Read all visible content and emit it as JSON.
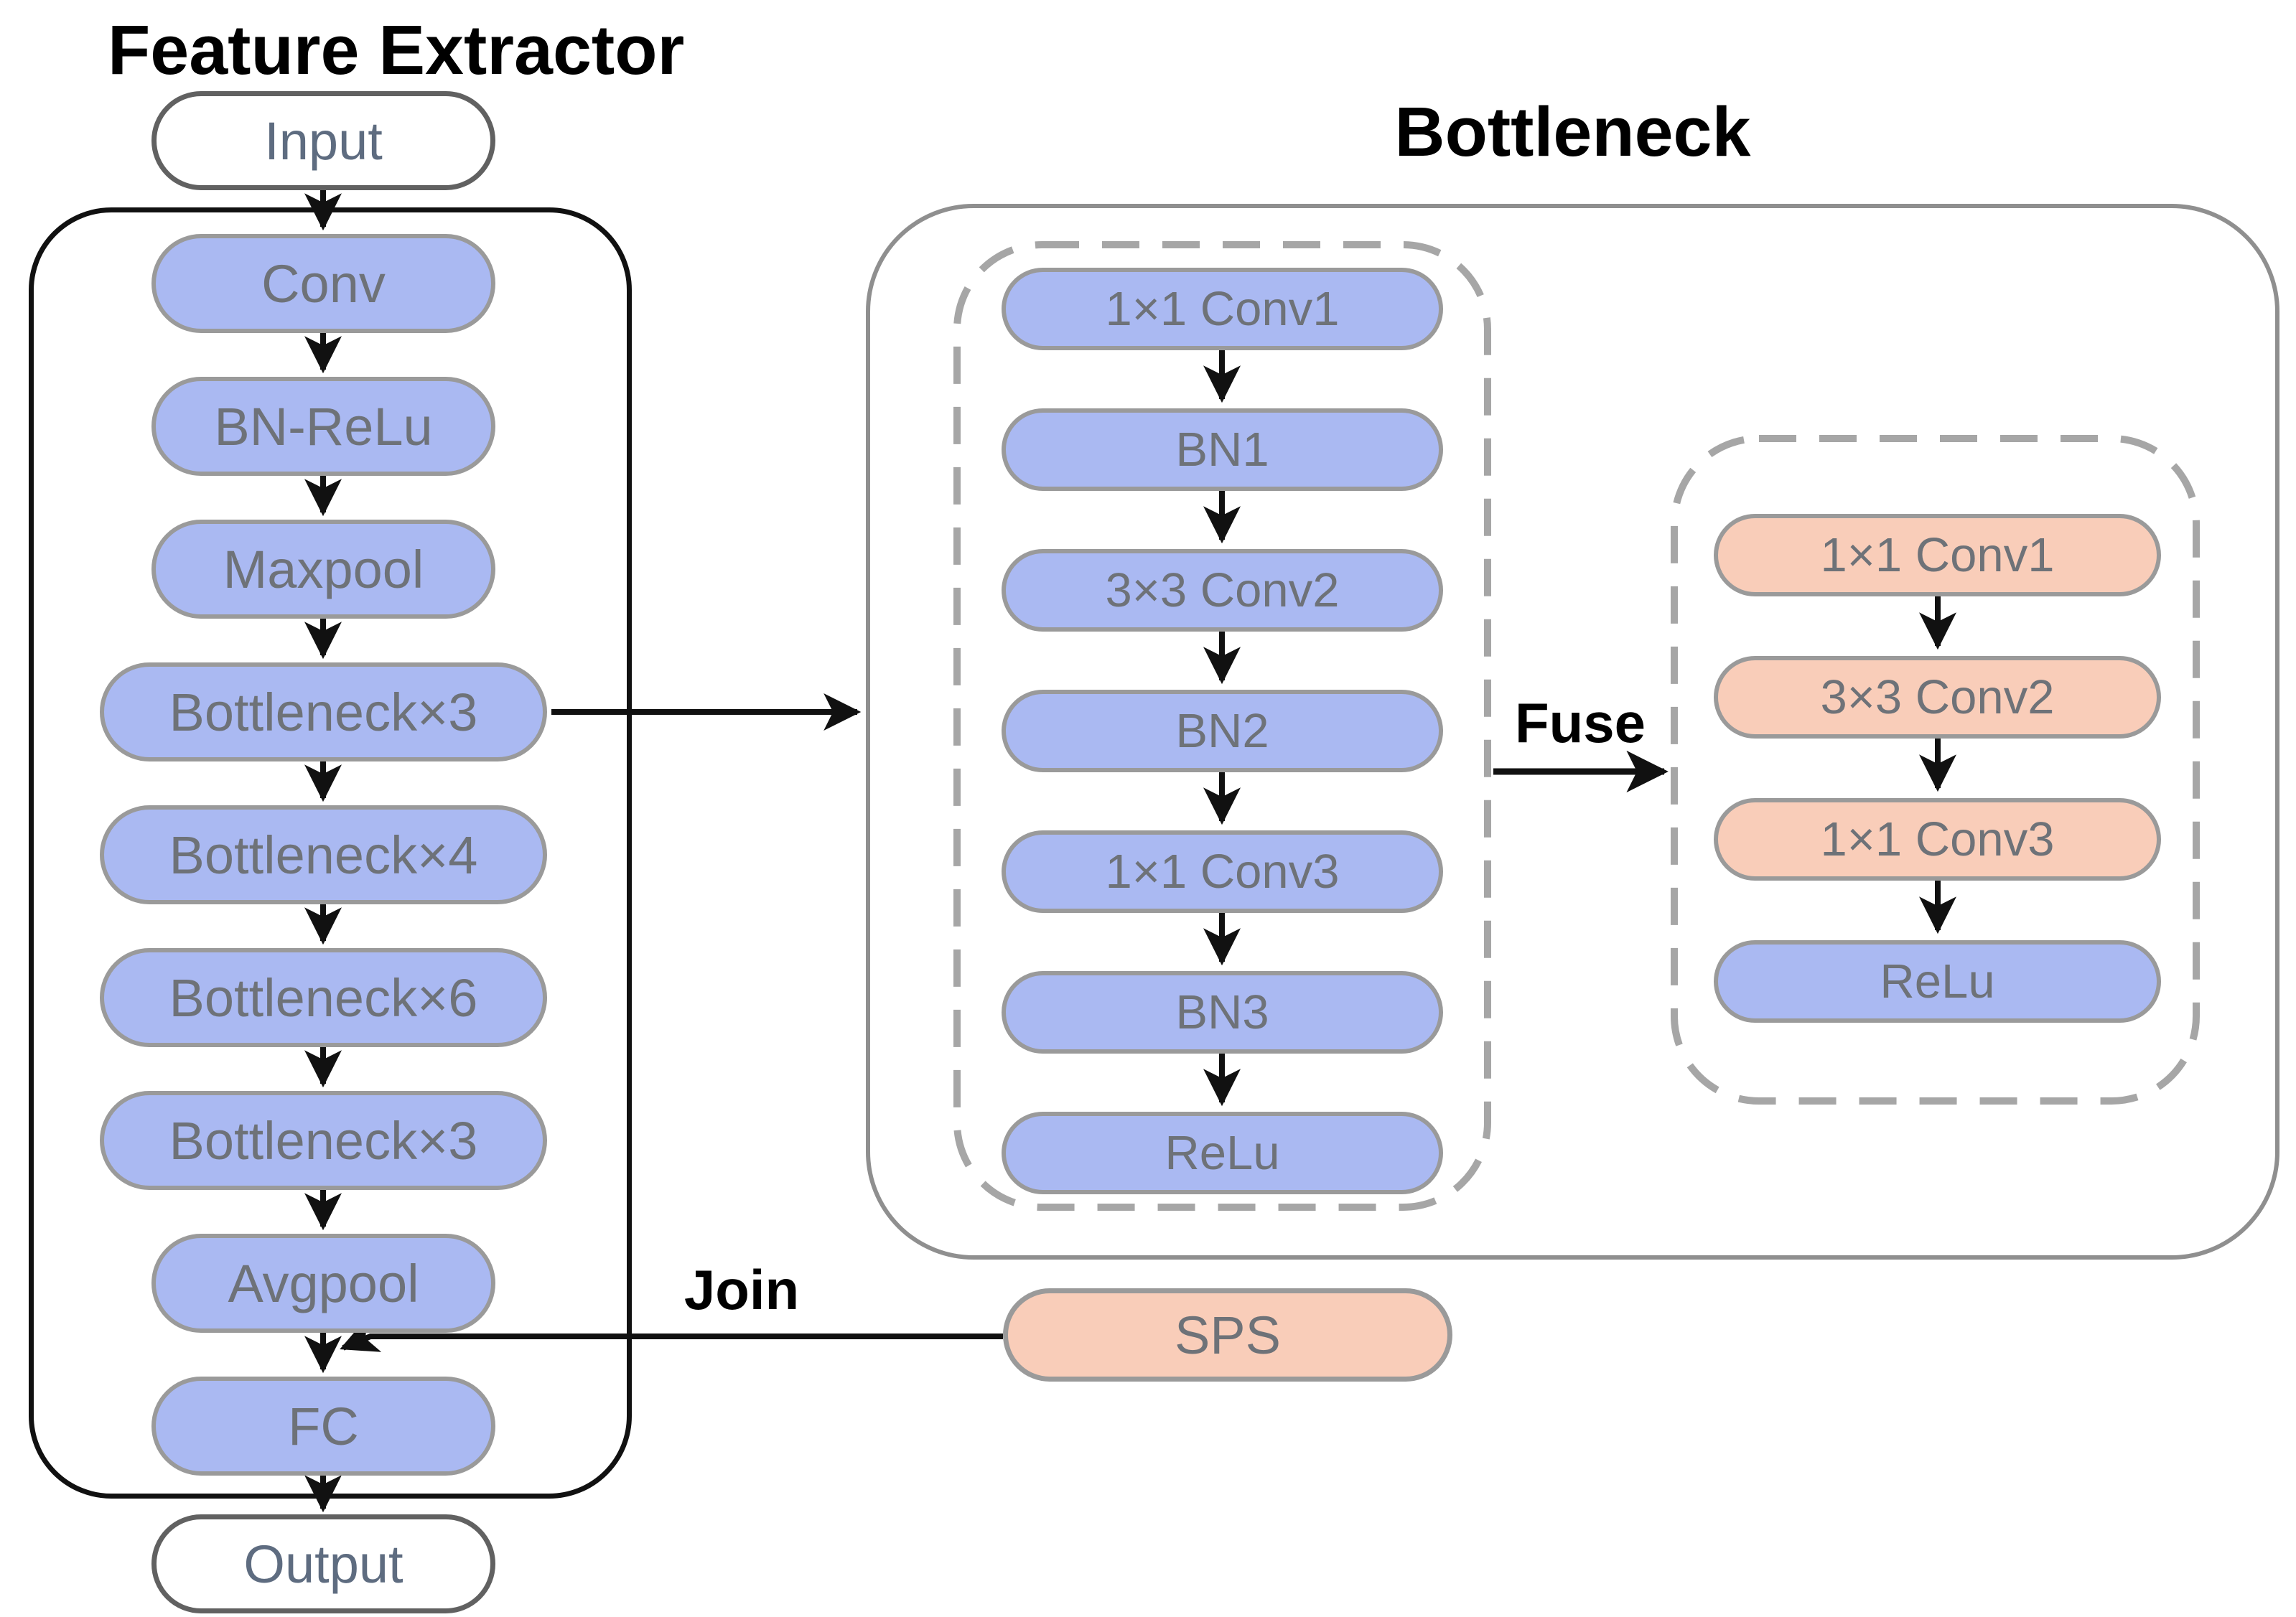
{
  "titles": {
    "feature_extractor": "Feature Extractor",
    "bottleneck": "Bottleneck"
  },
  "feature_extractor": {
    "terminal_input": "Input",
    "terminal_output": "Output",
    "nodes": [
      "Conv",
      "BN-ReLu",
      "Maxpool",
      "Bottleneck×3",
      "Bottleneck×4",
      "Bottleneck×6",
      "Bottleneck×3",
      "Avgpool",
      "FC"
    ]
  },
  "bottleneck": {
    "pre_fuse_nodes": [
      "1×1 Conv1",
      "BN1",
      "3×3 Conv2",
      "BN2",
      "1×1 Conv3",
      "BN3",
      "ReLu"
    ],
    "fuse_label": "Fuse",
    "post_fuse_nodes": [
      "1×1 Conv1",
      "3×3 Conv2",
      "1×1 Conv3",
      "ReLu"
    ]
  },
  "sps": {
    "label": "SPS",
    "join_label": "Join"
  },
  "colors": {
    "blue_fill": "#aab9f2",
    "pink_fill": "#f9cdb9",
    "node_border": "#9a9a9a",
    "terminal_border": "#616161",
    "node_text": "#6e7278",
    "terminal_text": "#5e6c80",
    "title_text": "#000000",
    "dashed_border": "#a6a6a6",
    "outer_border": "#8f8f8f",
    "fe_border": "#111111",
    "arrow": "#111111",
    "canvas_bg": "#ffffff"
  }
}
